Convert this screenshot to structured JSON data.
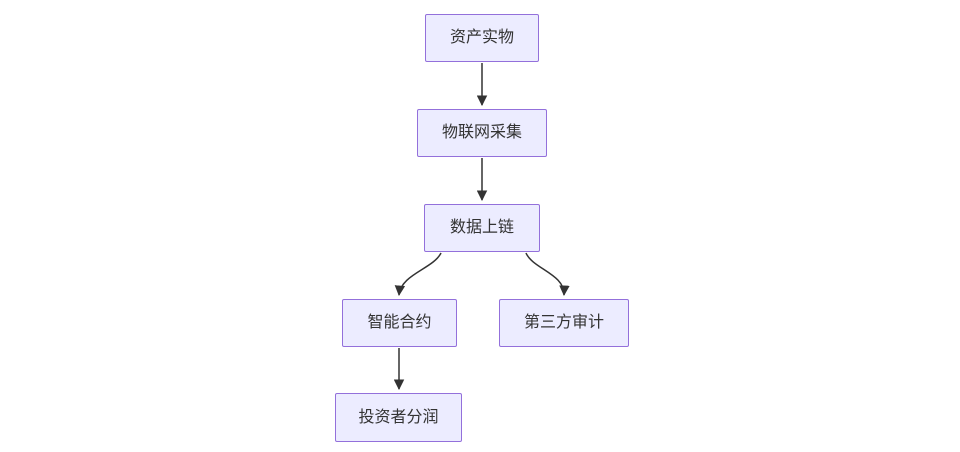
{
  "diagram": {
    "type": "flowchart",
    "direction": "top-down",
    "nodes": [
      {
        "id": "asset",
        "label": "资产实物"
      },
      {
        "id": "iot",
        "label": "物联网采集"
      },
      {
        "id": "chain",
        "label": "数据上链"
      },
      {
        "id": "contract",
        "label": "智能合约"
      },
      {
        "id": "audit",
        "label": "第三方审计"
      },
      {
        "id": "profit",
        "label": "投资者分润"
      }
    ],
    "edges": [
      {
        "from": "asset",
        "to": "iot"
      },
      {
        "from": "iot",
        "to": "chain"
      },
      {
        "from": "chain",
        "to": "contract"
      },
      {
        "from": "chain",
        "to": "audit"
      },
      {
        "from": "contract",
        "to": "profit"
      }
    ],
    "colors": {
      "node_fill": "#ECECFF",
      "node_border": "#9370DB",
      "edge": "#333333",
      "text": "#333333",
      "background": "#ffffff"
    }
  }
}
